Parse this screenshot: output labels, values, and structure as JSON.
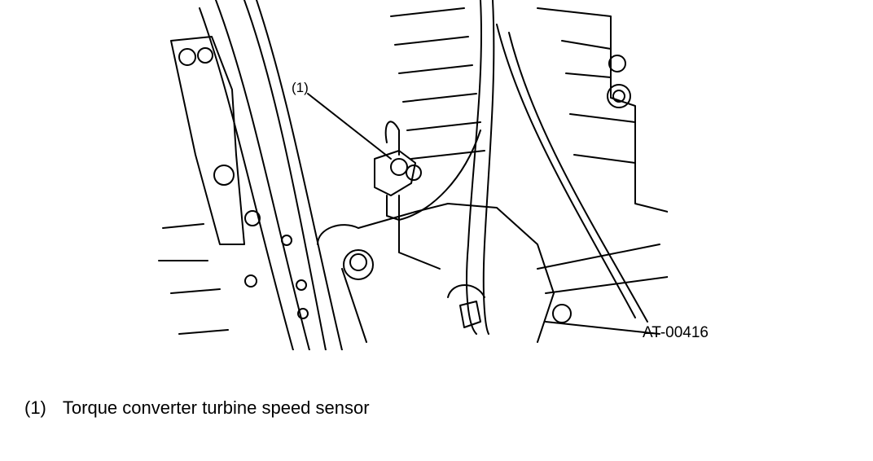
{
  "callout": {
    "marker": "(1)"
  },
  "figure": {
    "code": "AT-00416"
  },
  "legend": {
    "items": [
      {
        "marker": "(1)",
        "label": "Torque converter turbine speed sensor"
      }
    ]
  }
}
